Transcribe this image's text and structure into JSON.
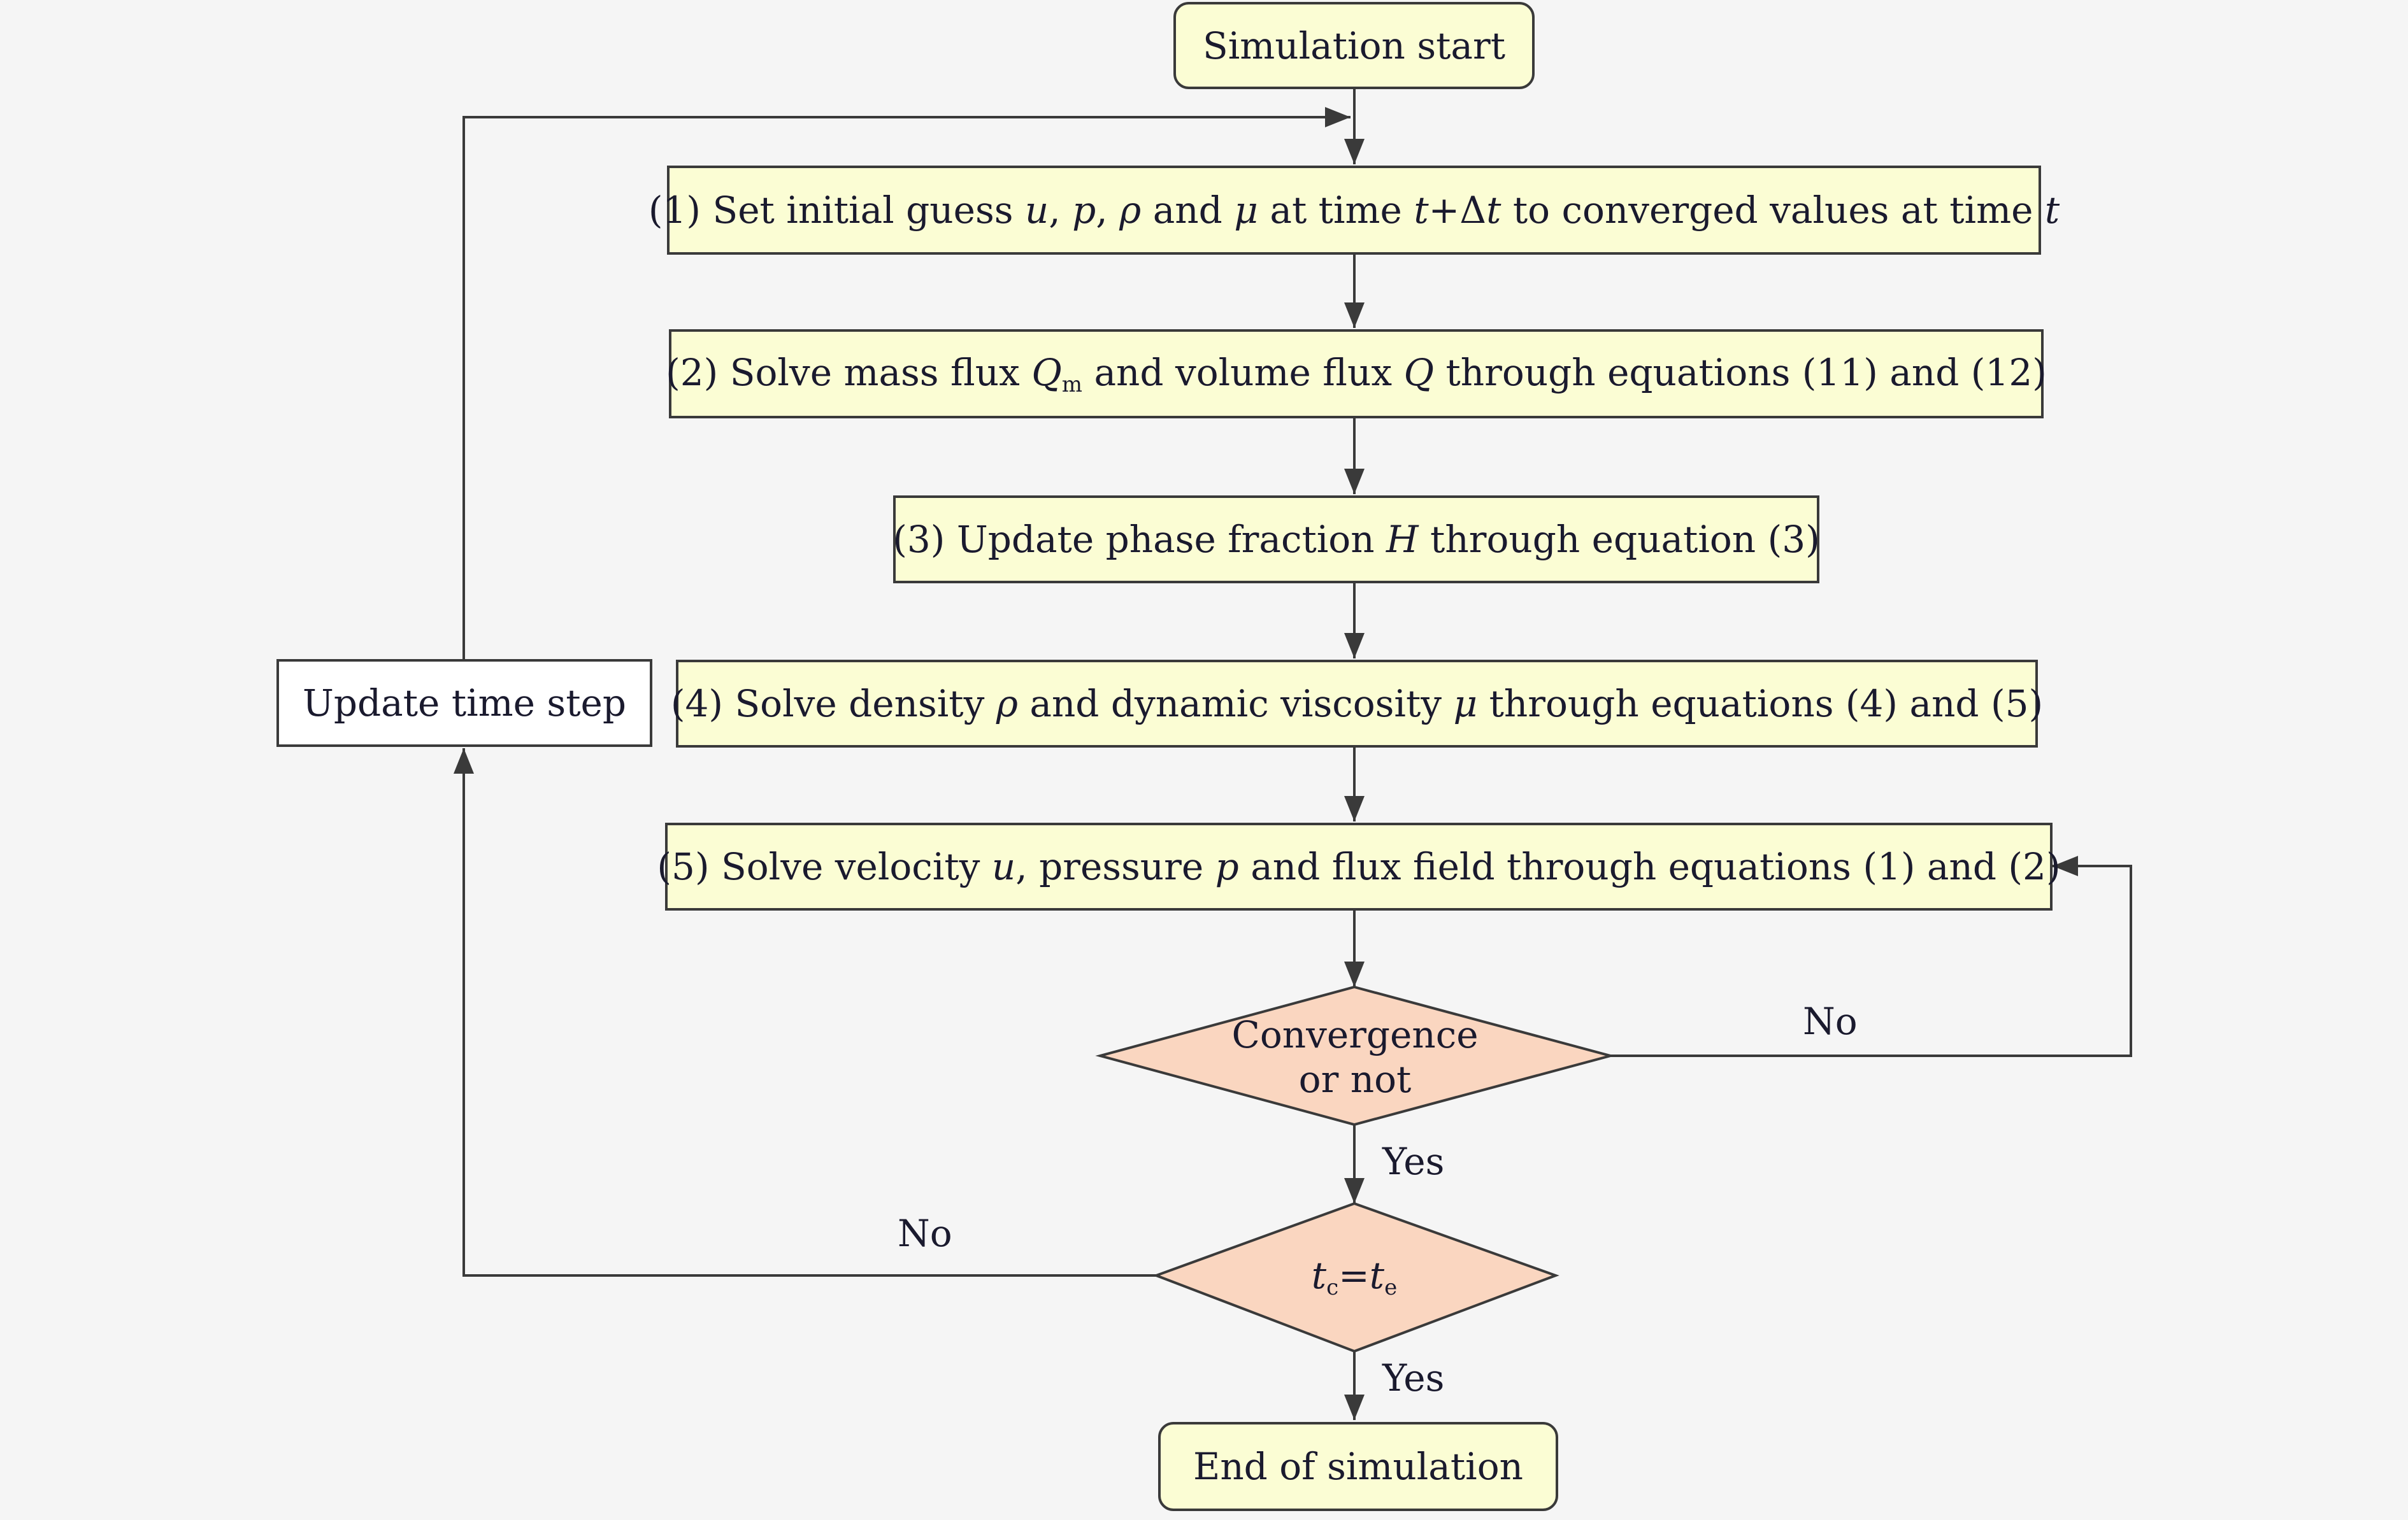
{
  "start": "Simulation start",
  "steps": {
    "s1": {
      "pre": "(1) Set initial guess ",
      "u": "u",
      "c1": ", ",
      "p": "p",
      "c2": ", ",
      "rho": "ρ",
      "and": " and ",
      "mu": "μ",
      "at": " at time ",
      "t1": "t",
      "plus": "+Δ",
      "t2": "t",
      "rest": " to converged values at time ",
      "t3": "t"
    },
    "s2": {
      "pre": "(2) Solve mass flux ",
      "Q": "Q",
      "Qsub": "m",
      "mid": " and volume flux ",
      "Q2": "Q",
      "rest": " through equations (11) and (12)"
    },
    "s3": {
      "pre": "(3) Update phase fraction ",
      "H": "H",
      "rest": " through equation (3)"
    },
    "s4": {
      "pre": "(4) Solve density ",
      "rho": "ρ",
      "mid": " and dynamic viscosity ",
      "mu": "μ",
      "rest": " through equations (4) and (5)"
    },
    "s5": {
      "pre": "(5) Solve velocity ",
      "u": "u",
      "mid": ", pressure ",
      "p": "p",
      "rest": " and flux field through equations (1) and (2)"
    }
  },
  "update_box": "Update time step",
  "decision1": {
    "line1": "Convergence",
    "line2": "or not"
  },
  "decision2": {
    "t": "t",
    "sub_c": "c",
    "eq": "=",
    "t2": "t",
    "sub_e": "e"
  },
  "labels": {
    "no1": "No",
    "yes1": "Yes",
    "no2": "No",
    "yes2": "Yes"
  },
  "end": "End of simulation",
  "colors": {
    "box_fill": "#fbfdd4",
    "diamond_fill": "#fad6c0",
    "line": "#3a3a3a",
    "background": "#f5f5f5"
  }
}
